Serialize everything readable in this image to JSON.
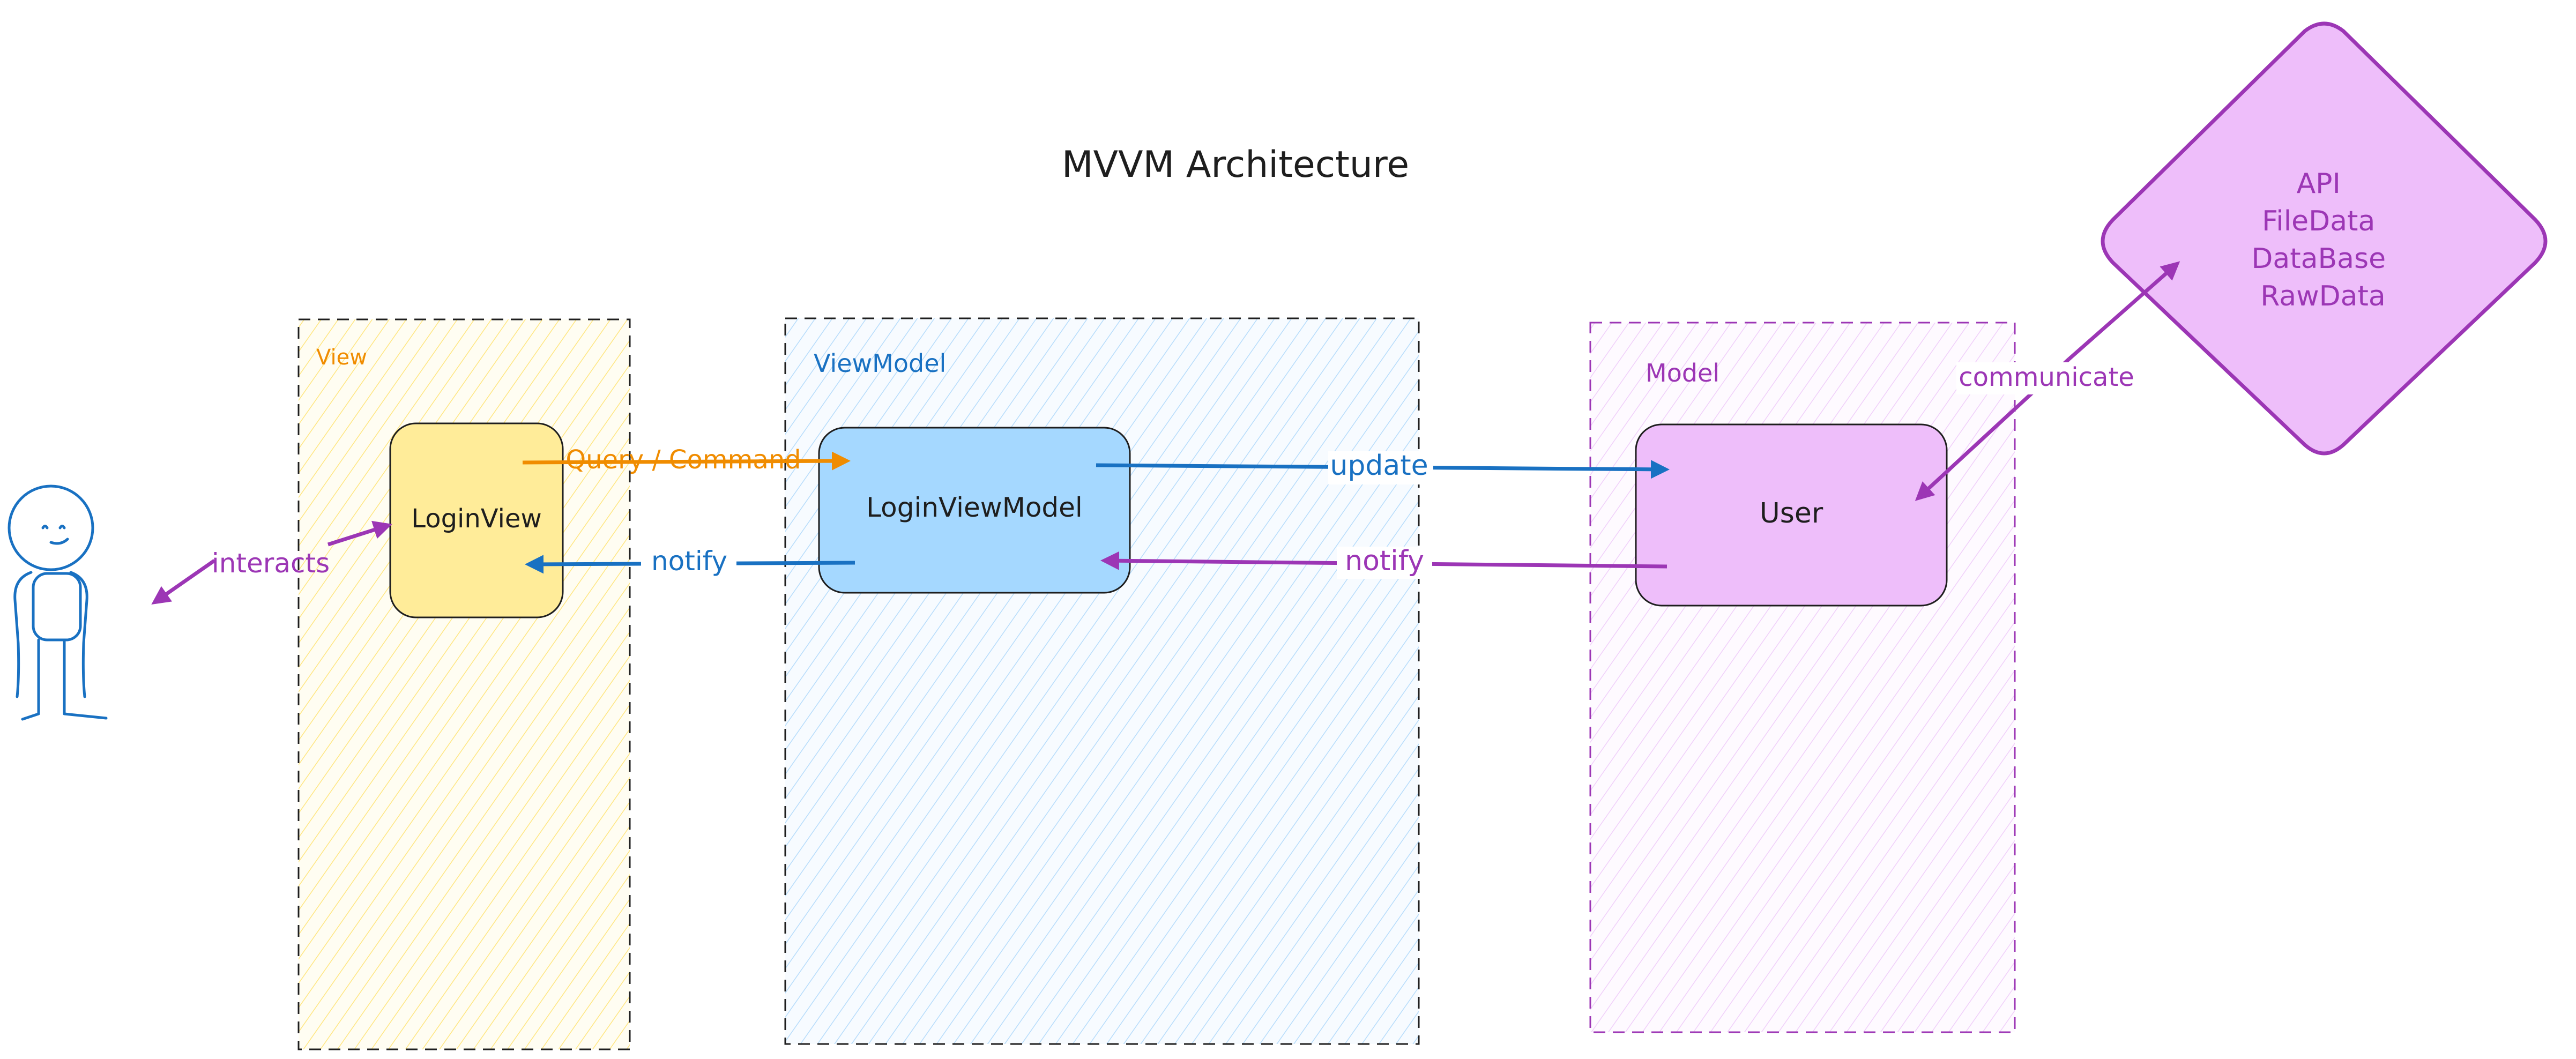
{
  "title": "MVVM Architecture",
  "colors": {
    "view": "#f08c00",
    "viewmodel": "#1971c2",
    "model": "#9c36b5",
    "view_fill": "#ffec99",
    "viewmodel_fill": "#a5d8ff",
    "model_fill": "#eebefa",
    "text": "#1e1e1e"
  },
  "groups": {
    "view": {
      "label": "View"
    },
    "viewmodel": {
      "label": "ViewModel"
    },
    "model": {
      "label": "Model"
    }
  },
  "nodes": {
    "login_view": {
      "label": "LoginView"
    },
    "login_view_model": {
      "label": "LoginViewModel"
    },
    "user": {
      "label": "User"
    },
    "data_source": {
      "lines": [
        "API",
        "FileData",
        "DataBase",
        "RawData"
      ]
    }
  },
  "actor": {
    "icon": "stick-figure-user-icon"
  },
  "edges": {
    "interacts": "interacts",
    "query_command": "Query / Command",
    "notify_view": "notify",
    "update": "update",
    "notify_model": "notify",
    "communicate": "communicate"
  }
}
